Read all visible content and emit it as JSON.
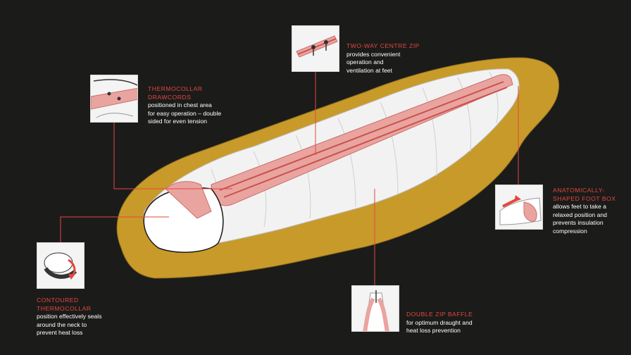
{
  "colors": {
    "background": "#1b1b1a",
    "accent_red": "#e2483f",
    "shell_gold": "#c89a2a",
    "lining_white": "#f3f2f2",
    "zip_pink": "#e9a4a0",
    "thumbnail_bg": "#f4f4f4"
  },
  "callouts": {
    "zip": {
      "title": "TWO-WAY CENTRE ZIP",
      "desc": "provides convenient\noperation and\nventilation at feet"
    },
    "drawcords": {
      "title": "THERMOCOLLAR\nDRAWCORDS",
      "desc": "positioned in chest area\nfor easy operation – double\nsided for even tension"
    },
    "footbox": {
      "title": "ANATOMICALLY-\nSHAPED FOOT BOX",
      "desc": "allows feet to take a\nrelaxed position and\nprevents insulation\ncompression"
    },
    "collar": {
      "title": "CONTOURED\nTHERMOCOLLAR",
      "desc": "position effectively seals\naround the neck to\nprevent heat loss"
    },
    "baffle": {
      "title": "DOUBLE ZIP BAFFLE",
      "desc": "for optimum draught and\nheat loss prevention"
    }
  },
  "thumbnails": {
    "zip": "zip-detail-illustration",
    "drawcords": "drawcord-detail-illustration",
    "footbox": "footbox-detail-illustration",
    "collar": "collar-detail-illustration",
    "baffle": "baffle-detail-illustration"
  }
}
